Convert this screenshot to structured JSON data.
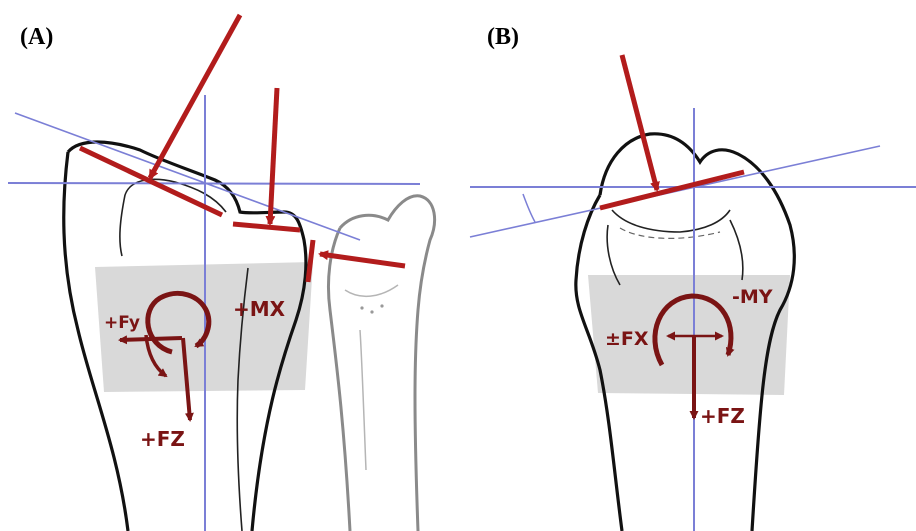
{
  "panels": [
    {
      "label": "(A)",
      "annotations": {
        "fy": "+Fy",
        "mx": "+MX",
        "fz": "+FZ"
      }
    },
    {
      "label": "(B)",
      "annotations": {
        "fx": "±FX",
        "my": "-MY",
        "fz": "+FZ"
      }
    }
  ],
  "colors": {
    "force_arrow": "#b21c1c",
    "annotation": "#7a1414",
    "reference_line": "#7b7fd6",
    "shaded_band": "#d9d9d9",
    "bone_outline": "#111111",
    "secondary_bone": "#8a8a8a"
  }
}
